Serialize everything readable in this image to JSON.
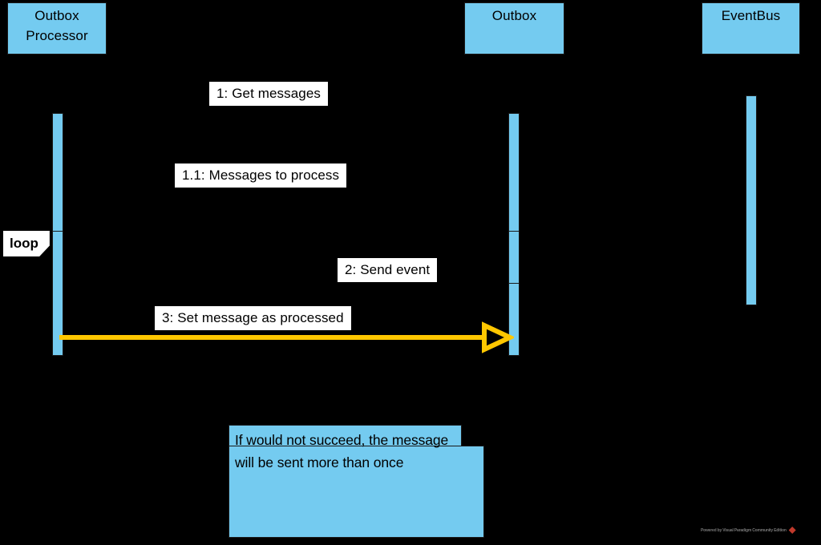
{
  "diagram": {
    "type": "uml-sequence-diagram",
    "title": "Outbox Processor",
    "background_color": "#000000",
    "participant_fill": "#74CBF0",
    "participant_stroke": "#1a1a1a",
    "arrow_color": "#FFC700",
    "label_fill": "#ffffff",
    "note_fill": "#74CBF0"
  },
  "participants": [
    {
      "id": "outbox-processor",
      "label": "Outbox\nProcessor",
      "line1": "Outbox",
      "line2": "Processor"
    },
    {
      "id": "outbox",
      "label": "Outbox",
      "line1": "Outbox",
      "line2": ""
    },
    {
      "id": "eventbus",
      "label": "EventBus",
      "line1": "EventBus",
      "line2": ""
    }
  ],
  "fragments": [
    {
      "id": "loop-fragment",
      "operator": "loop"
    }
  ],
  "messages": [
    {
      "id": "msg-1",
      "label": "1: Get messages",
      "from": "outbox-processor",
      "to": "outbox"
    },
    {
      "id": "msg-1-1",
      "label": "1.1: Messages to process",
      "from": "outbox",
      "to": "outbox-processor"
    },
    {
      "id": "msg-2",
      "label": "2: Send event",
      "from": "outbox-processor",
      "to": "eventbus"
    },
    {
      "id": "msg-3",
      "label": "3: Set message as processed",
      "from": "outbox-processor",
      "to": "outbox"
    }
  ],
  "note": {
    "id": "note-retry",
    "text": "If would not succeed, the message will be sent more than once"
  },
  "watermark": {
    "text": "Powered by Visual Paradigm Community Edition",
    "logo": "diamond-logo"
  }
}
